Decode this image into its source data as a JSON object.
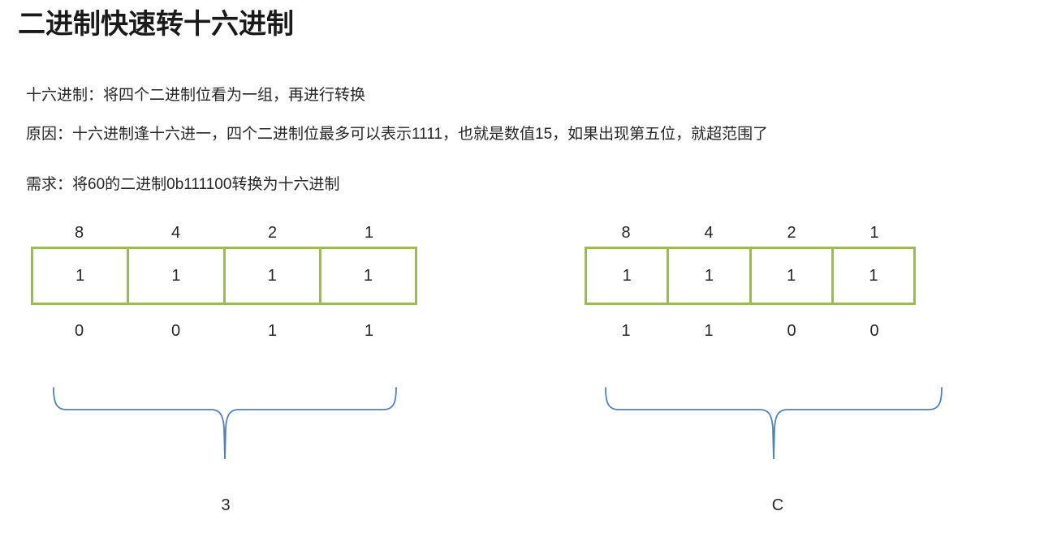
{
  "title": "二进制快速转十六进制",
  "body": {
    "line1": "十六进制：将四个二进制位看为一组，再进行转换",
    "line2": "原因：十六进制逢十六进一，四个二进制位最多可以表示1111，也就是数值15，如果出现第五位，就超范围了",
    "line3": "需求：将60的二进制0b111100转换为十六进制"
  },
  "colors": {
    "box_border": "#9BBB59",
    "brace": "#4F81BD",
    "text": "#262626"
  },
  "groups": [
    {
      "id": "low-nibble",
      "weights": [
        "8",
        "4",
        "2",
        "1"
      ],
      "box_values": [
        "1",
        "1",
        "1",
        "1"
      ],
      "bits": [
        "0",
        "0",
        "1",
        "1"
      ],
      "result": "3"
    },
    {
      "id": "high-nibble",
      "weights": [
        "8",
        "4",
        "2",
        "1"
      ],
      "box_values": [
        "1",
        "1",
        "1",
        "1"
      ],
      "bits": [
        "1",
        "1",
        "0",
        "0"
      ],
      "result": "C"
    }
  ]
}
